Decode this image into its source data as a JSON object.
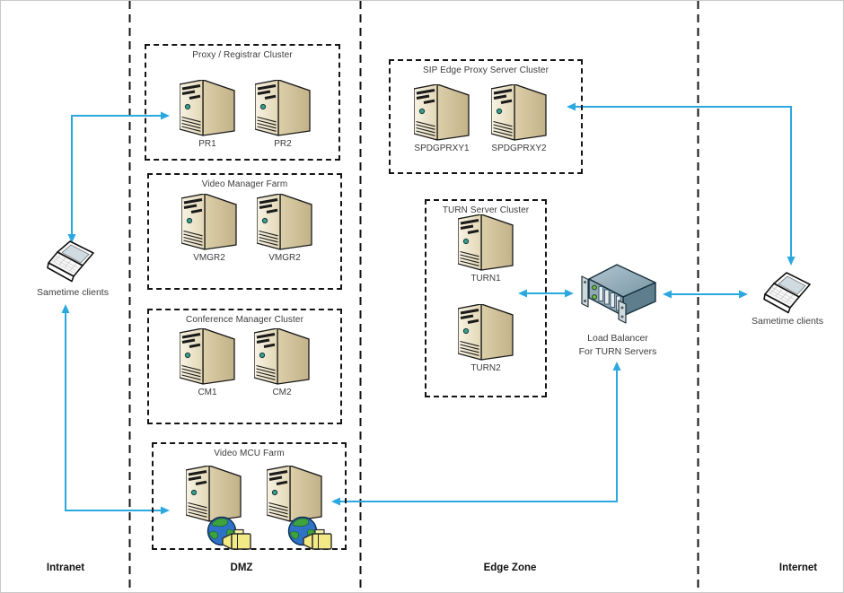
{
  "zones": [
    {
      "label": "Intranet"
    },
    {
      "label": "DMZ"
    },
    {
      "label": "Edge Zone"
    },
    {
      "label": "Internet"
    }
  ],
  "clusters": {
    "proxy_registrar": {
      "title": "Proxy / Registrar Cluster",
      "servers": [
        "PR1",
        "PR2"
      ]
    },
    "video_manager": {
      "title": "Video Manager Farm",
      "servers": [
        "VMGR2",
        "VMGR2"
      ]
    },
    "conference_manager": {
      "title": "Conference Manager Cluster",
      "servers": [
        "CM1",
        "CM2"
      ]
    },
    "video_mcu": {
      "title": "Video MCU Farm",
      "servers": [
        "",
        ""
      ]
    },
    "sip_edge_proxy": {
      "title": "SIP Edge Proxy Server Cluster",
      "servers": [
        "SPDGPRXY1",
        "SPDGPRXY2"
      ]
    },
    "turn": {
      "title": "TURN Server Cluster",
      "servers": [
        "TURN1",
        "TURN2"
      ]
    }
  },
  "load_balancer": {
    "line1": "Load Balancer",
    "line2": "For TURN Servers"
  },
  "clients": {
    "left": {
      "label": "Sametime clients"
    },
    "right": {
      "label": "Sametime clients"
    }
  },
  "icons": {
    "server": "server-tower-icon",
    "laptop": "laptop-icon",
    "load_balancer": "rack-server-icon",
    "mcu_badge": "globe-video-camera-icon"
  },
  "colors": {
    "connector": "#2AA8E0",
    "zone_line": "#141414",
    "server_front": "#F2ECDA",
    "server_side": "#CDBF99",
    "load_balancer_top": "#9FB6C2",
    "load_balancer_side": "#5E7E8E",
    "led_green": "#6FBE44",
    "camera_yellow": "#F3EA86",
    "globe_blue": "#2E72C8",
    "globe_green": "#3DA33C"
  }
}
